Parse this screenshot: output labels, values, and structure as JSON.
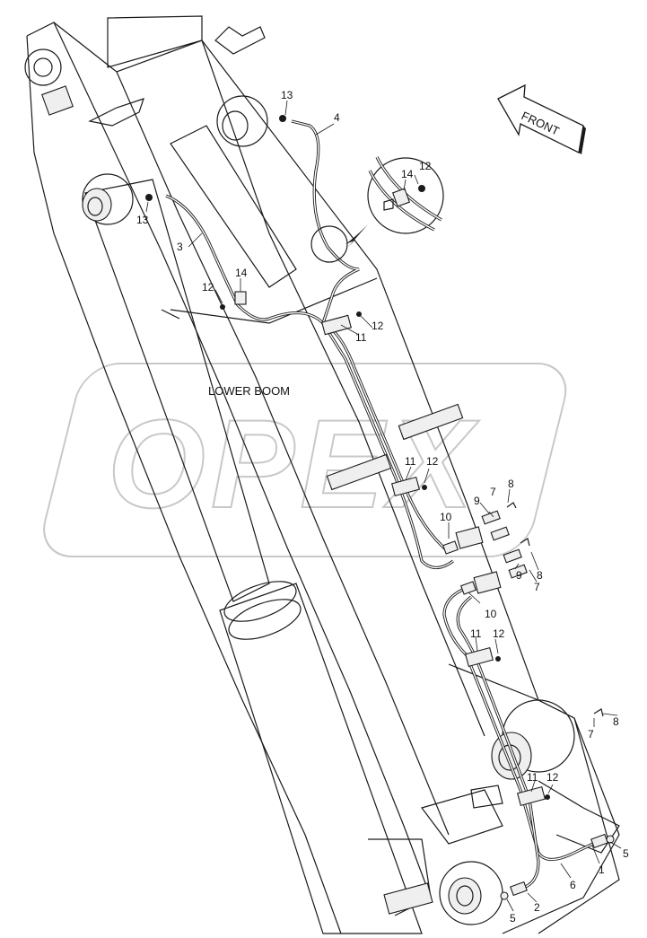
{
  "watermark": {
    "text": "OPEX",
    "color": "#c8c8c8"
  },
  "front_arrow": {
    "label": "FRONT",
    "icon": "front-arrow-icon"
  },
  "boom_label": "LOWER BOOM",
  "detail_callouts": [
    "14",
    "12"
  ],
  "callouts": [
    {
      "id": "c13a",
      "text": "13"
    },
    {
      "id": "c4",
      "text": "4"
    },
    {
      "id": "c13b",
      "text": "13"
    },
    {
      "id": "c3",
      "text": "3"
    },
    {
      "id": "c14",
      "text": "14"
    },
    {
      "id": "c12a",
      "text": "12"
    },
    {
      "id": "c12b",
      "text": "12"
    },
    {
      "id": "c11a",
      "text": "11"
    },
    {
      "id": "c11b",
      "text": "11"
    },
    {
      "id": "c12c",
      "text": "12"
    },
    {
      "id": "c8a",
      "text": "8"
    },
    {
      "id": "c7a",
      "text": "7"
    },
    {
      "id": "c9a",
      "text": "9"
    },
    {
      "id": "c10a",
      "text": "10"
    },
    {
      "id": "c8b",
      "text": "8"
    },
    {
      "id": "c9b",
      "text": "9"
    },
    {
      "id": "c7b",
      "text": "7"
    },
    {
      "id": "c10b",
      "text": "10"
    },
    {
      "id": "c11c",
      "text": "11"
    },
    {
      "id": "c12d",
      "text": "12"
    },
    {
      "id": "c8c",
      "text": "8"
    },
    {
      "id": "c7c",
      "text": "7"
    },
    {
      "id": "c11d",
      "text": "11"
    },
    {
      "id": "c12e",
      "text": "12"
    },
    {
      "id": "c5a",
      "text": "5"
    },
    {
      "id": "c1",
      "text": "1"
    },
    {
      "id": "c6",
      "text": "6"
    },
    {
      "id": "c2",
      "text": "2"
    },
    {
      "id": "c5b",
      "text": "5"
    }
  ]
}
